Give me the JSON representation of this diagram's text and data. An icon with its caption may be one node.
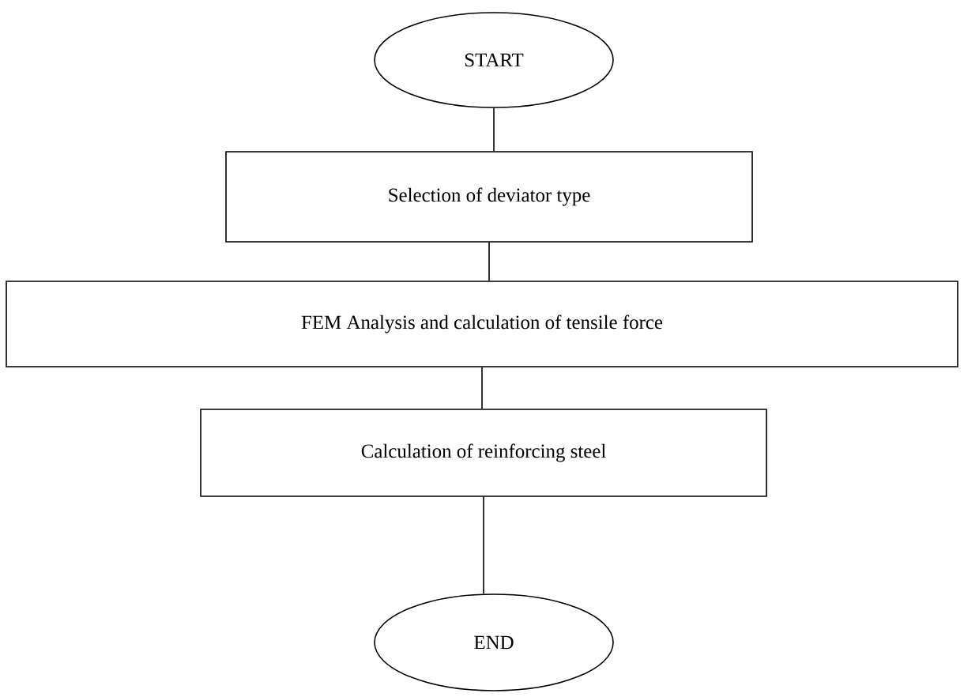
{
  "diagram": {
    "nodes": [
      {
        "text": [
          "START"
        ]
      },
      {
        "text": [
          "Selection of deviator type"
        ]
      },
      {
        "text": [
          "FEM Analysis and calculation of tensile force"
        ]
      },
      {
        "text": [
          "Calculation of reinforcing steel"
        ]
      },
      {
        "text": [
          "END"
        ]
      }
    ],
    "edges": [
      {
        "from": 0,
        "to": 1,
        "arrow": "none"
      },
      {
        "from": 1,
        "to": 2,
        "arrow": "none"
      },
      {
        "from": 2,
        "to": 3,
        "arrow": "none"
      },
      {
        "from": 3,
        "to": 4,
        "arrow": "none"
      }
    ]
  }
}
